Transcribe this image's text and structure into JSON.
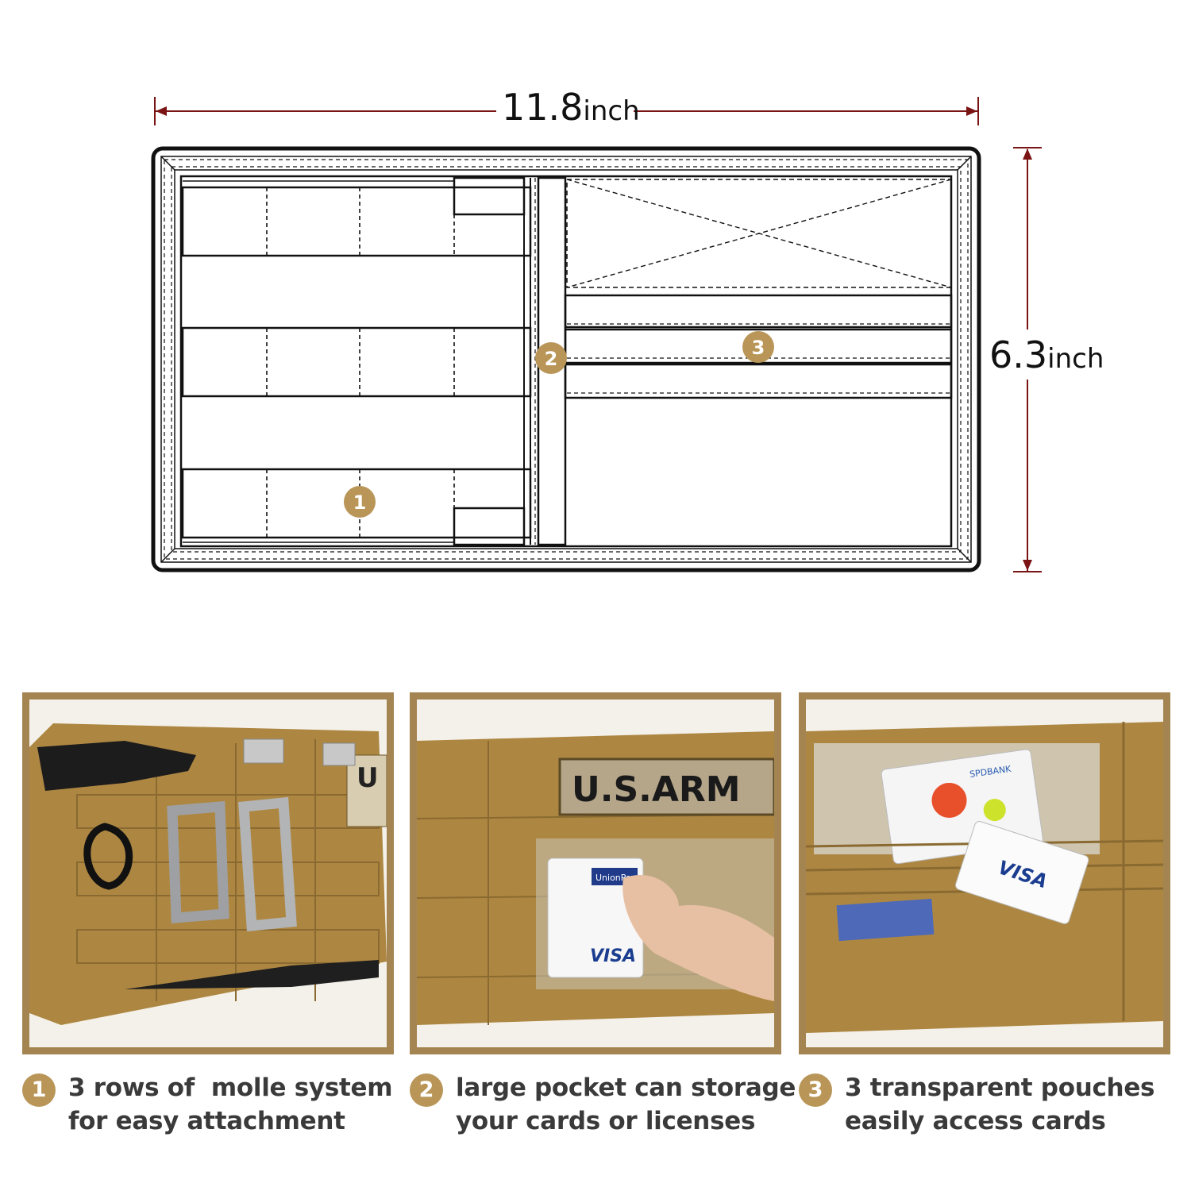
{
  "dimensions": {
    "width": {
      "value": "11.8",
      "unit": "inch"
    },
    "height": {
      "value": "6.3",
      "unit": "inch"
    }
  },
  "callouts": [
    "1",
    "2",
    "3"
  ],
  "photos": {
    "patch_text_panel1": "U",
    "patch_text_panel2": "U.S.ARM",
    "card_brand": "VISA",
    "card_pay_label": "UnionPay",
    "bank_label": "SPDBANK"
  },
  "features": [
    {
      "number": "1",
      "line1": "3 rows of  molle system",
      "line2": "for easy attachment"
    },
    {
      "number": "2",
      "line1": "large pocket can storage",
      "line2": "your cards or licenses"
    },
    {
      "number": "3",
      "line1": "3 transparent pouches",
      "line2": "easily access cards"
    }
  ],
  "colors": {
    "dimension_line": "#7a1414",
    "badge": "#b99658",
    "panel_border": "#a48552",
    "fabric": "#a9843f"
  }
}
